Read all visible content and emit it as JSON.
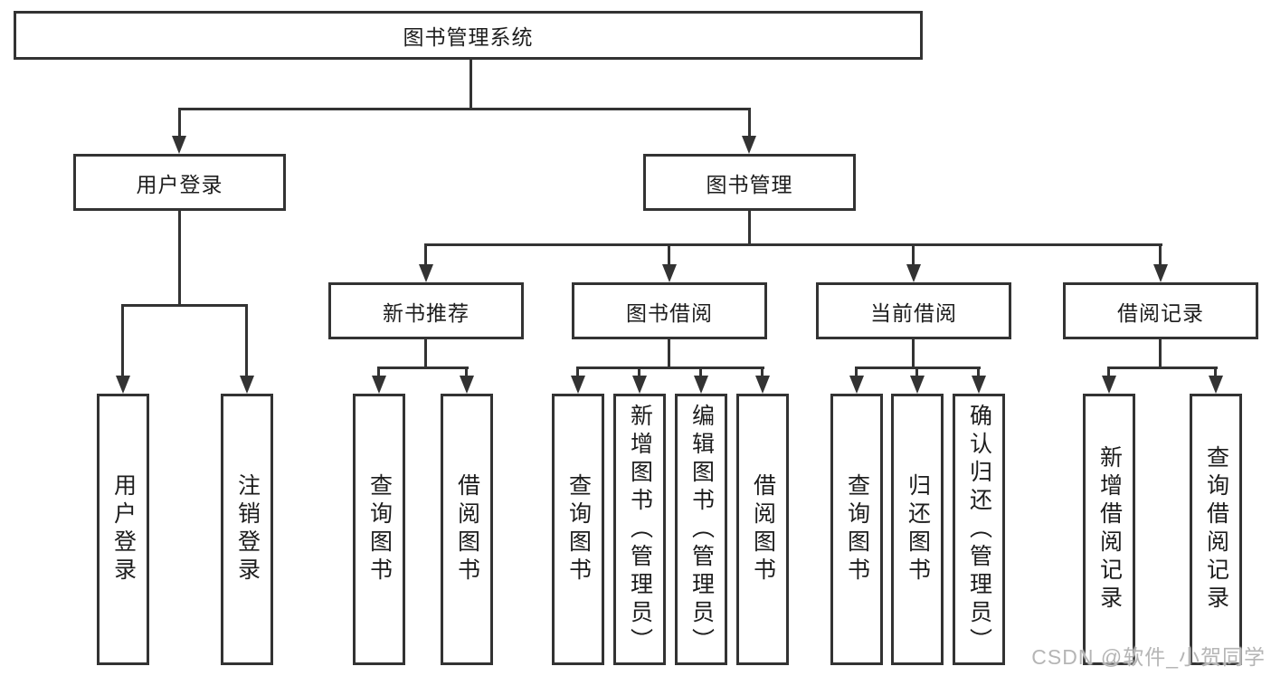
{
  "tree": {
    "root": {
      "label": "图书管理系统"
    },
    "children": [
      {
        "label": "用户登录",
        "children": [
          {
            "label": "用户登录"
          },
          {
            "label": "注销登录"
          }
        ]
      },
      {
        "label": "图书管理",
        "children": [
          {
            "label": "新书推荐",
            "children": [
              {
                "label": "查询图书"
              },
              {
                "label": "借阅图书"
              }
            ]
          },
          {
            "label": "图书借阅",
            "children": [
              {
                "label": "查询图书"
              },
              {
                "label": "新增图书（管理员）"
              },
              {
                "label": "编辑图书（管理员）"
              },
              {
                "label": "借阅图书"
              }
            ]
          },
          {
            "label": "当前借阅",
            "children": [
              {
                "label": "查询图书"
              },
              {
                "label": "归还图书"
              },
              {
                "label": "确认归还（管理员）"
              }
            ]
          },
          {
            "label": "借阅记录",
            "children": [
              {
                "label": "新增借阅记录"
              },
              {
                "label": "查询借阅记录"
              }
            ]
          }
        ]
      }
    ]
  },
  "watermark": {
    "text": "CSDN @软件_小贺同学"
  },
  "colors": {
    "line": "#333333",
    "text": "#1d1d1d",
    "background": "#ffffff",
    "watermark": "#b5b5b5"
  }
}
